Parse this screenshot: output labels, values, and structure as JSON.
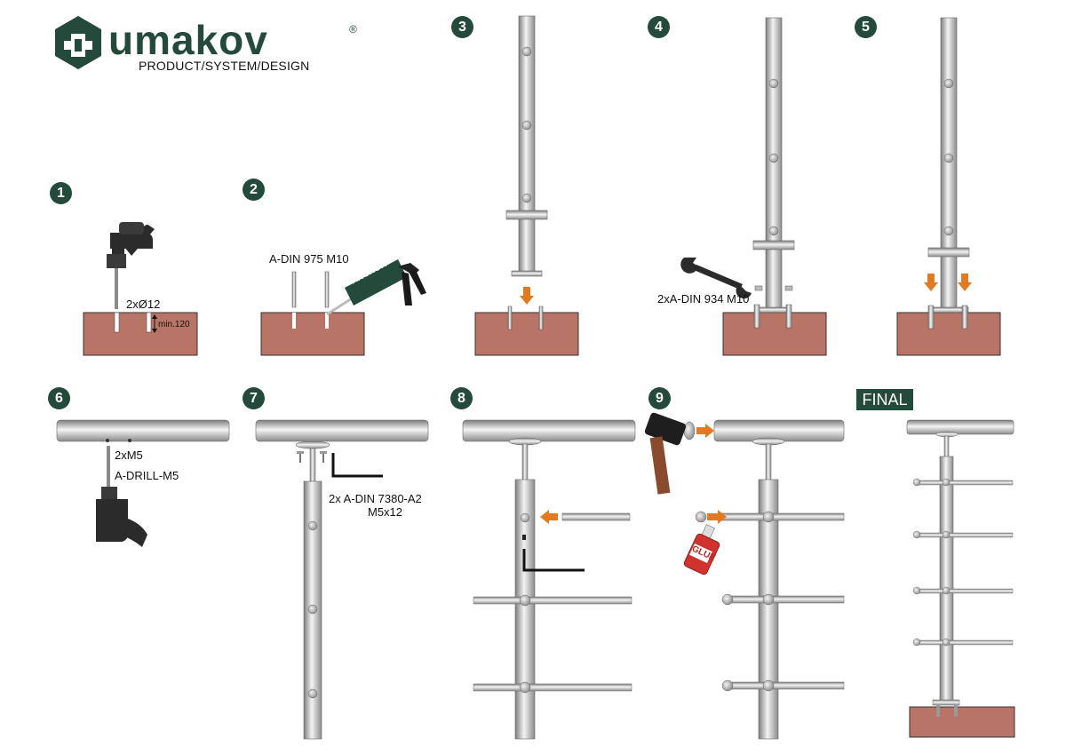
{
  "brand": {
    "name": "umakov",
    "registered": "®",
    "tagline": "PRODUCT/SYSTEM/DESIGN",
    "color": "#234a3a"
  },
  "steps": [
    {
      "number": "1",
      "labels": [
        "2xØ12",
        "min.120"
      ]
    },
    {
      "number": "2",
      "labels": [
        "A-DIN 975 M10",
        "ANCHOR"
      ]
    },
    {
      "number": "3",
      "labels": []
    },
    {
      "number": "4",
      "labels": [
        "2xA-DIN 934 M10"
      ]
    },
    {
      "number": "5",
      "labels": []
    },
    {
      "number": "6",
      "labels": [
        "2xM5",
        "A-DRILL-M5"
      ]
    },
    {
      "number": "7",
      "labels": [
        "2x A-DIN 7380-A2",
        "M5x12"
      ]
    },
    {
      "number": "8",
      "labels": []
    },
    {
      "number": "9",
      "labels": [
        "GLUE"
      ]
    }
  ],
  "final_label": "FINAL",
  "colors": {
    "badge": "#234a3a",
    "concrete": "#b87466",
    "steel": "#c9c9c9",
    "arrow": "#e07b24",
    "drill": "#2b2b2b",
    "hammer_handle": "#8a4a2e"
  }
}
